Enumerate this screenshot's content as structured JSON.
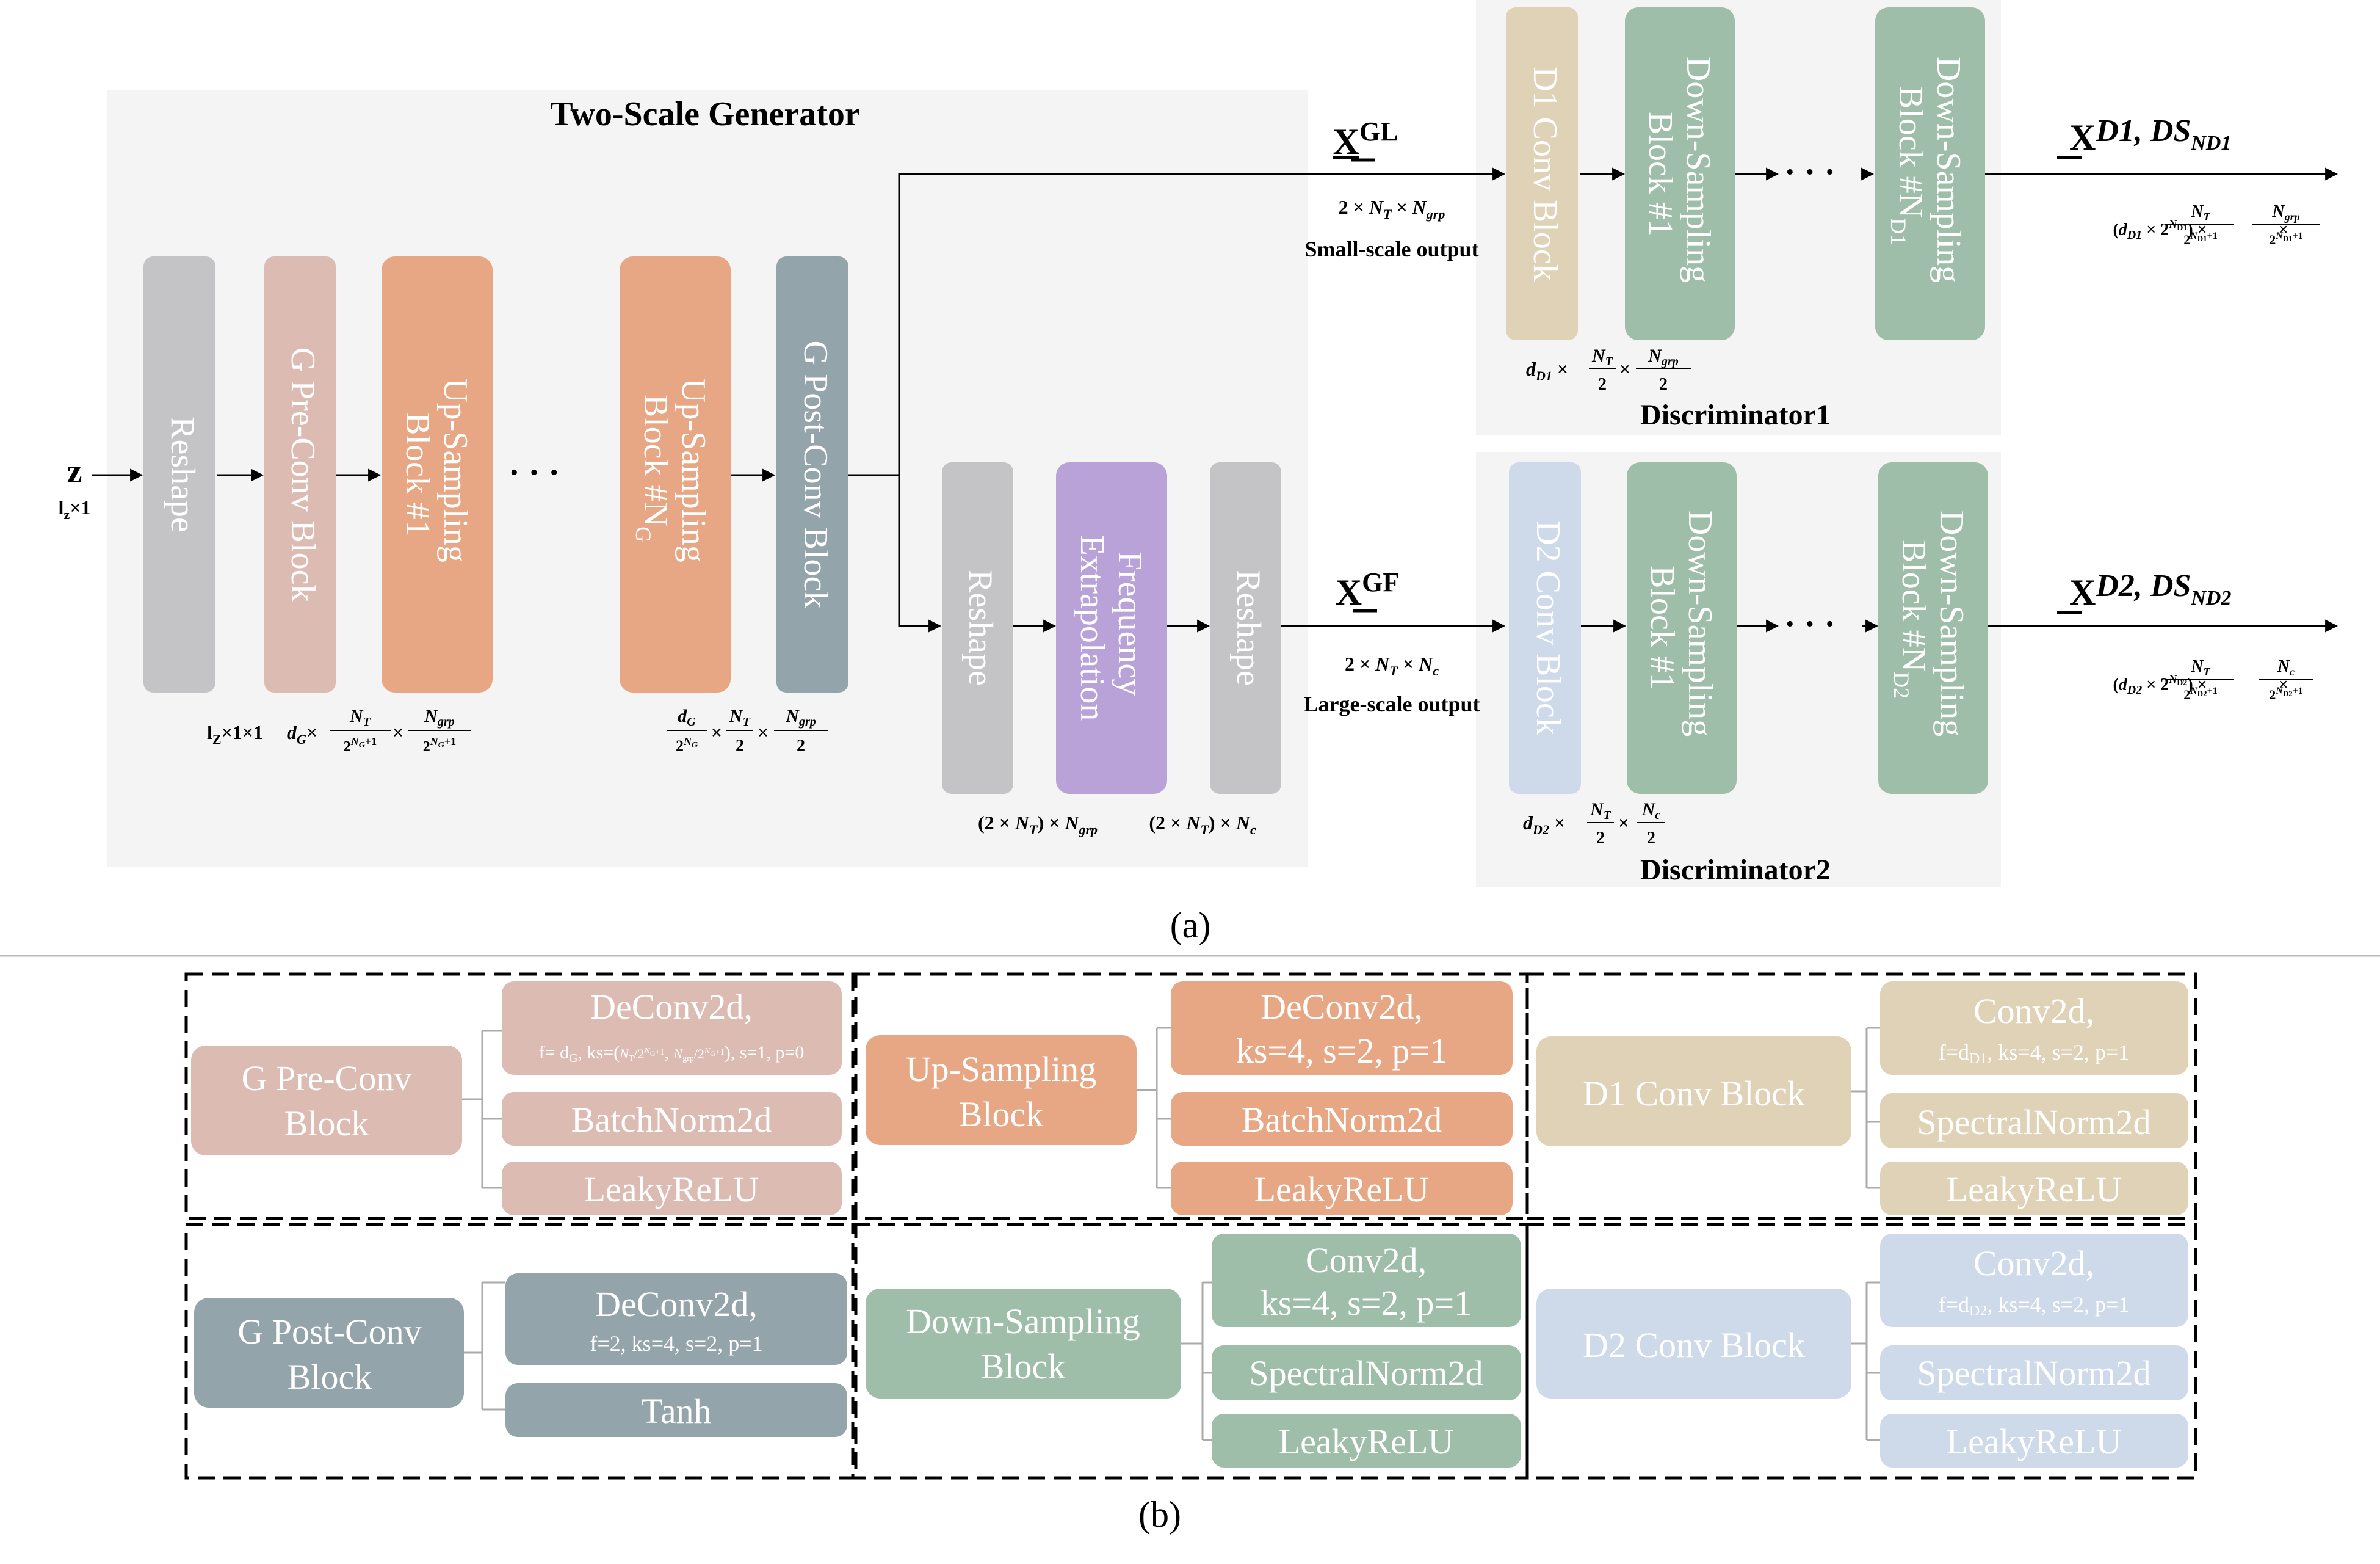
{
  "panel_a": {
    "generator_title": "Two-Scale Generator",
    "z_label": "z",
    "z_dim": "l_z×1",
    "blocks": {
      "reshape": "Reshape",
      "g_pre_conv": "G Pre-Conv Block",
      "up1": [
        "Up-Sampling",
        "Block #1"
      ],
      "upN": [
        "Up-Sampling",
        "Block #N",
        "G"
      ],
      "g_post_conv": "G Post-Conv Block",
      "reshape2": "Reshape",
      "freq": [
        "Frequency",
        "Extrapolation"
      ],
      "reshape3": "Reshape",
      "d1_conv": "D1 Conv Block",
      "d1_down1": [
        "Down-Sampling",
        "Block #1"
      ],
      "d1_downN": [
        "Down-Sampling",
        "Block #N",
        "D1"
      ],
      "d2_conv": "D2 Conv Block",
      "d2_down1": [
        "Down-Sampling",
        "Block #1"
      ],
      "d2_downN": [
        "Down-Sampling",
        "Block #N",
        "D2"
      ]
    },
    "ellipsis": "· · ·",
    "dims": {
      "after_reshape": "l_z×1×1",
      "pre_conv_mid": "d_G ×",
      "upN_mid": "×"
    },
    "outputs": {
      "gl_label": "X",
      "gl_sup": "GL",
      "gl_dims": "2 × N_T × N_grp",
      "gl_caption": "Small-scale output",
      "gf_label": "X",
      "gf_sup": "GF",
      "gf_dims": "2 × N_T × N_c",
      "gf_caption": "Large-scale output",
      "freq_dims_left": "(2 × N_T) × N_grp",
      "freq_dims_right": "(2 × N_T) × N_c",
      "d1_out": "X",
      "d1_out_sup": "D1, DS",
      "d1_out_sub": "ND1",
      "d2_out": "X",
      "d2_out_sup": "D2, DS",
      "d2_out_sub": "ND2"
    },
    "disc1_title": "Discriminator1",
    "disc2_title": "Discriminator2",
    "caption": "(a)"
  },
  "panel_b": {
    "g_pre": {
      "name": [
        "G Pre-Conv",
        "Block"
      ],
      "layers": [
        "DeConv2d,",
        "BatchNorm2d",
        "LeakyReLU"
      ],
      "params": "f= d_G, ks=(…), s=1, p=0"
    },
    "up": {
      "name": [
        "Up-Sampling",
        "Block"
      ],
      "layers": [
        "DeConv2d,",
        "BatchNorm2d",
        "LeakyReLU"
      ],
      "params": "ks=4, s=2, p=1"
    },
    "d1": {
      "name": "D1 Conv Block",
      "layers": [
        "Conv2d,",
        "SpectralNorm2d",
        "LeakyReLU"
      ],
      "params": "f=d_D1, ks=4, s=2, p=1"
    },
    "g_post": {
      "name": [
        "G Post-Conv",
        "Block"
      ],
      "layers": [
        "DeConv2d,",
        "Tanh"
      ],
      "params": "f=2, ks=4, s=2, p=1"
    },
    "down": {
      "name": [
        "Down-Sampling",
        "Block"
      ],
      "layers": [
        "Conv2d,",
        "SpectralNorm2d",
        "LeakyReLU"
      ],
      "params": "ks=4, s=2, p=1"
    },
    "d2": {
      "name": "D2 Conv Block",
      "layers": [
        "Conv2d,",
        "SpectralNorm2d",
        "LeakyReLU"
      ],
      "params": "f=d_D2, ks=4, s=2, p=1"
    },
    "caption": "(b)"
  },
  "colors": {
    "reshape": "#c4c4c6",
    "g_pre": "#dcbcb2",
    "up": "#e7a784",
    "g_post": "#93a4aa",
    "freq": "#b8a2d8",
    "d1": "#dfd2b7",
    "down": "#9fbea9",
    "d2": "#cedaea",
    "panel_bg": "#f5f5f5"
  }
}
